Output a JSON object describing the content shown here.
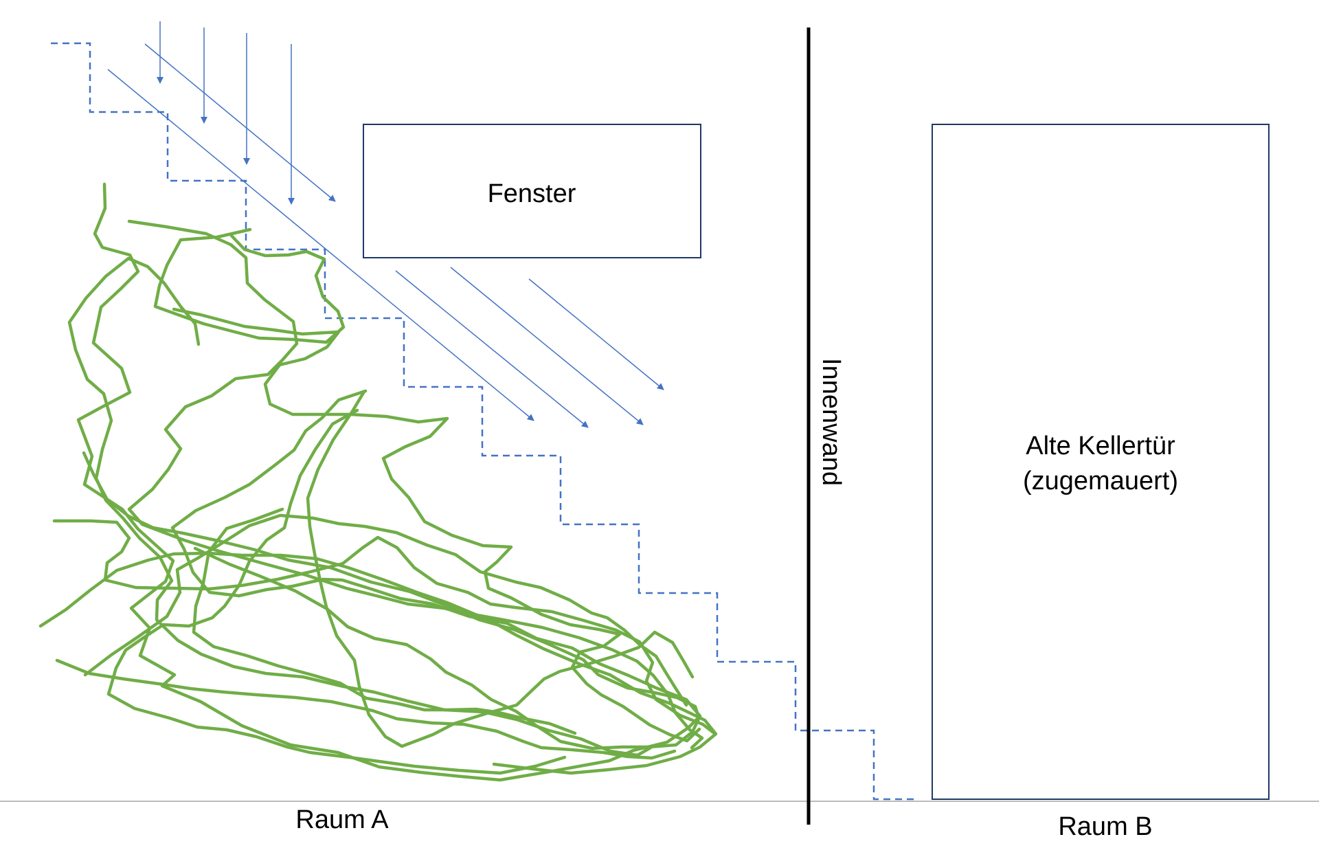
{
  "labels": {
    "window": "Fenster",
    "inner_wall": "Innenwand",
    "old_door_line1": "Alte Kellertür",
    "old_door_line2": "(zugemauert)",
    "room_a": "Raum A",
    "room_b": "Raum B"
  },
  "colors": {
    "arrow": "#4472C4",
    "stairs": "#4472C4",
    "vegetation": "#70AD47",
    "wall": "#000000",
    "box_border": "#1F3864",
    "floor": "#A6A6A6"
  },
  "icons": {
    "arrow": "arrow-icon"
  }
}
